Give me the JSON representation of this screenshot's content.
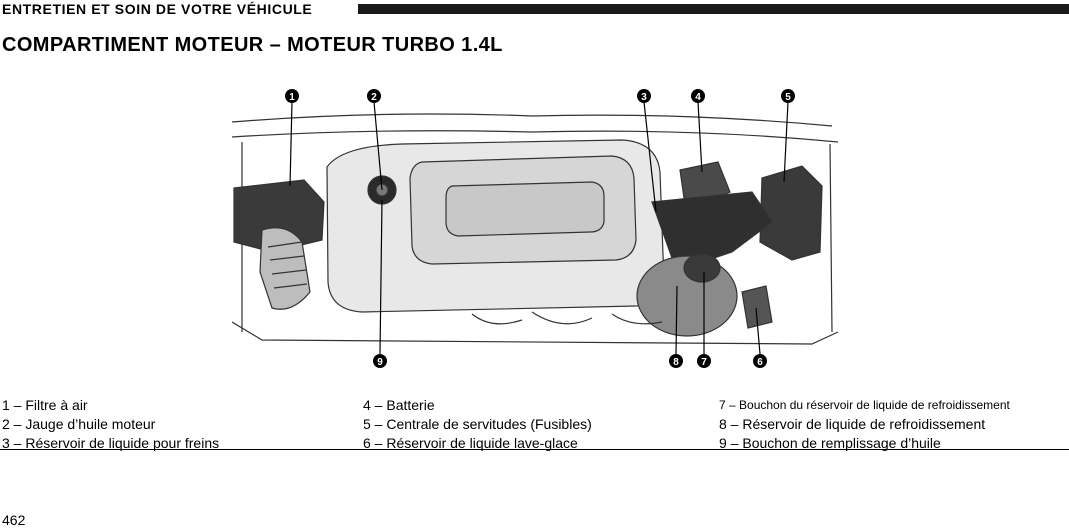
{
  "header": {
    "section": "ENTRETIEN ET SOIN DE VOTRE VÉHICULE"
  },
  "title": "COMPARTIMENT MOTEUR – MOTEUR TURBO 1.4L",
  "figure": {
    "callouts": [
      "1",
      "2",
      "3",
      "4",
      "5",
      "9",
      "8",
      "7",
      "6"
    ]
  },
  "legend": {
    "col1": [
      "1 – Filtre à air",
      "2 – Jauge d’huile moteur",
      "3 – Réservoir de liquide pour freins"
    ],
    "col2": [
      "4 – Batterie",
      "5 – Centrale de servitudes (Fusibles)",
      "6 – Réservoir de liquide lave-glace"
    ],
    "col3": [
      "7 – Bouchon du réservoir de liquide de refroidissement",
      "8 – Réservoir de liquide de refroidissement",
      "9 – Bouchon de remplissage d’huile"
    ]
  },
  "page_number": "462"
}
